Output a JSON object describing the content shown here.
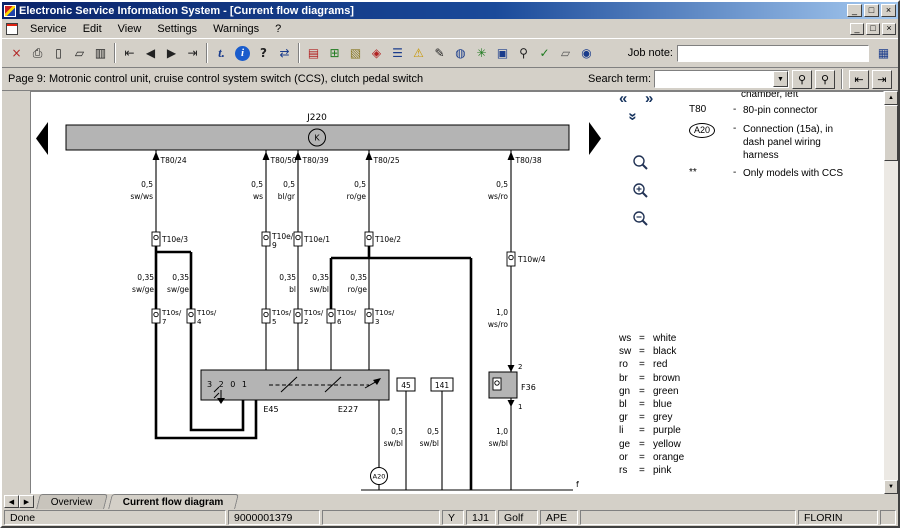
{
  "window": {
    "title": "Electronic Service Information System - [Current flow diagrams]",
    "buttons": {
      "minimize": "_",
      "restore": "□",
      "close": "×"
    }
  },
  "menubar": {
    "items": [
      "Service",
      "Edit",
      "View",
      "Settings",
      "Warnings",
      "?"
    ]
  },
  "toolbar": {
    "job_note_label": "Job note:",
    "job_note_value": "",
    "icons": [
      {
        "name": "exit",
        "glyph": "×"
      },
      {
        "name": "print",
        "glyph": "⎙"
      },
      {
        "name": "new-page",
        "glyph": "▯"
      },
      {
        "name": "copy",
        "glyph": "▱"
      },
      {
        "name": "save",
        "glyph": "▥"
      },
      {
        "name": "first-page",
        "glyph": "⇤"
      },
      {
        "name": "prev-page",
        "glyph": "◀"
      },
      {
        "name": "next-page",
        "glyph": "▶"
      },
      {
        "name": "last-page",
        "glyph": "⇥"
      },
      {
        "name": "text-tool",
        "glyph": "t."
      },
      {
        "name": "info",
        "glyph": "i"
      },
      {
        "name": "help",
        "glyph": "?"
      },
      {
        "name": "transfer",
        "glyph": "⇄"
      },
      {
        "name": "documents",
        "glyph": "▤"
      },
      {
        "name": "table",
        "glyph": "⊞"
      },
      {
        "name": "bookmark",
        "glyph": "▧"
      },
      {
        "name": "hazard",
        "glyph": "◈"
      },
      {
        "name": "list",
        "glyph": "☰"
      },
      {
        "name": "warning",
        "glyph": "⚠"
      },
      {
        "name": "edit-note",
        "glyph": "✎"
      },
      {
        "name": "globe",
        "glyph": "◍"
      },
      {
        "name": "eco",
        "glyph": "✳"
      },
      {
        "name": "vehicle",
        "glyph": "▣"
      },
      {
        "name": "search-vehicle",
        "glyph": "⚲"
      },
      {
        "name": "approve",
        "glyph": "✓"
      },
      {
        "name": "copy-docs",
        "glyph": "▱"
      },
      {
        "name": "service",
        "glyph": "◉"
      },
      {
        "name": "report",
        "glyph": "▦"
      }
    ]
  },
  "pagebar": {
    "page_info": "Page 9: Motronic control unit, cruise control system switch (CCS), clutch pedal switch",
    "search_label": "Search term:",
    "search_value": "",
    "dropdown_glyph": "▼",
    "buttons": [
      {
        "name": "find",
        "glyph": "⚲"
      },
      {
        "name": "find-all",
        "glyph": "⚲"
      },
      {
        "name": "hit-prev",
        "glyph": "⇤"
      },
      {
        "name": "hit-next",
        "glyph": "⇥"
      }
    ]
  },
  "canvas_icons": {
    "prev": "«",
    "next": "»",
    "down": "»"
  },
  "diagram": {
    "bus": {
      "label": "J220",
      "k": "K"
    },
    "pins": [
      "T80/24",
      "T80/50",
      "T80/39",
      "T80/25",
      "T80/38"
    ],
    "top_wires": [
      {
        "size": "0,5",
        "color": "sw/ws"
      },
      {
        "size": "0,5",
        "color": "ws"
      },
      {
        "size": "0,5",
        "color": "bl/gr"
      },
      {
        "size": "0,5",
        "color": "ro/ge"
      },
      {
        "size": "0,5",
        "color": "ws/ro"
      }
    ],
    "conn_row1": [
      {
        "l1": "T10e/3"
      },
      {
        "l1": "T10e/",
        "l2": "9"
      },
      {
        "l1": "T10e/1"
      },
      {
        "l1": "T10e/2"
      }
    ],
    "t10w": "T10w/4",
    "mid_wires": [
      {
        "size": "0,35",
        "color": "sw/ge"
      },
      {
        "size": "0,35",
        "color": "sw/ge"
      },
      {
        "size": "0,35",
        "color": "bl"
      },
      {
        "size": "0,35",
        "color": "sw/bl"
      },
      {
        "size": "0,35",
        "color": "ro/ge"
      }
    ],
    "f36_wire": {
      "size": "1,0",
      "color": "ws/ro"
    },
    "conn_row2": [
      {
        "l1": "T10s/",
        "l2": "7"
      },
      {
        "l1": "T10s/",
        "l2": "4"
      },
      {
        "l1": "T10s/",
        "l2": "5"
      },
      {
        "l1": "T10s/",
        "l2": "2"
      },
      {
        "l1": "T10s/",
        "l2": "6"
      },
      {
        "l1": "T10s/",
        "l2": "3"
      }
    ],
    "e_box": {
      "numbers": "3 2 0 1",
      "e45": "E45",
      "e227": "E227"
    },
    "boxes": {
      "b45": "45",
      "b141": "141"
    },
    "f36": {
      "label": "F36",
      "pin_top": "2",
      "pin_bottom": "1"
    },
    "bottom_wires": [
      {
        "size": "0,5",
        "color": "sw/bl"
      },
      {
        "size": "0,5",
        "color": "sw/bl"
      },
      {
        "size": "1,0",
        "color": "sw/bl"
      }
    ],
    "a20": "A20",
    "rail_label": "f"
  },
  "notes": {
    "truncated": "chamber, left",
    "sep": "-",
    "r1": {
      "key": "T80",
      "text": "80-pin connector"
    },
    "r2": {
      "key": "A20",
      "l1": "Connection (15a), in",
      "l2": "dash panel wiring",
      "l3": "harness"
    },
    "r3": {
      "key": "**",
      "text": "Only models with CCS"
    }
  },
  "legend": {
    "eq": "=",
    "rows": [
      {
        "abbr": "ws",
        "name": "white"
      },
      {
        "abbr": "sw",
        "name": "black"
      },
      {
        "abbr": "ro",
        "name": "red"
      },
      {
        "abbr": "br",
        "name": "brown"
      },
      {
        "abbr": "gn",
        "name": "green"
      },
      {
        "abbr": "bl",
        "name": "blue"
      },
      {
        "abbr": "gr",
        "name": "grey"
      },
      {
        "abbr": "li",
        "name": "purple"
      },
      {
        "abbr": "ge",
        "name": "yellow"
      },
      {
        "abbr": "or",
        "name": "orange"
      },
      {
        "abbr": "rs",
        "name": "pink"
      }
    ]
  },
  "tabs": {
    "nav_prev": "◀",
    "nav_next": "▶",
    "items": [
      {
        "label": "Overview"
      },
      {
        "label": "Current flow diagram"
      }
    ]
  },
  "scrollbar": {
    "up": "▲",
    "down": "▼"
  },
  "statusbar": {
    "status": "Done",
    "doc": "9000001379",
    "c1": "Y",
    "c2": "1J1",
    "c3": "Golf",
    "c4": "APE",
    "user": "FLORIN"
  }
}
